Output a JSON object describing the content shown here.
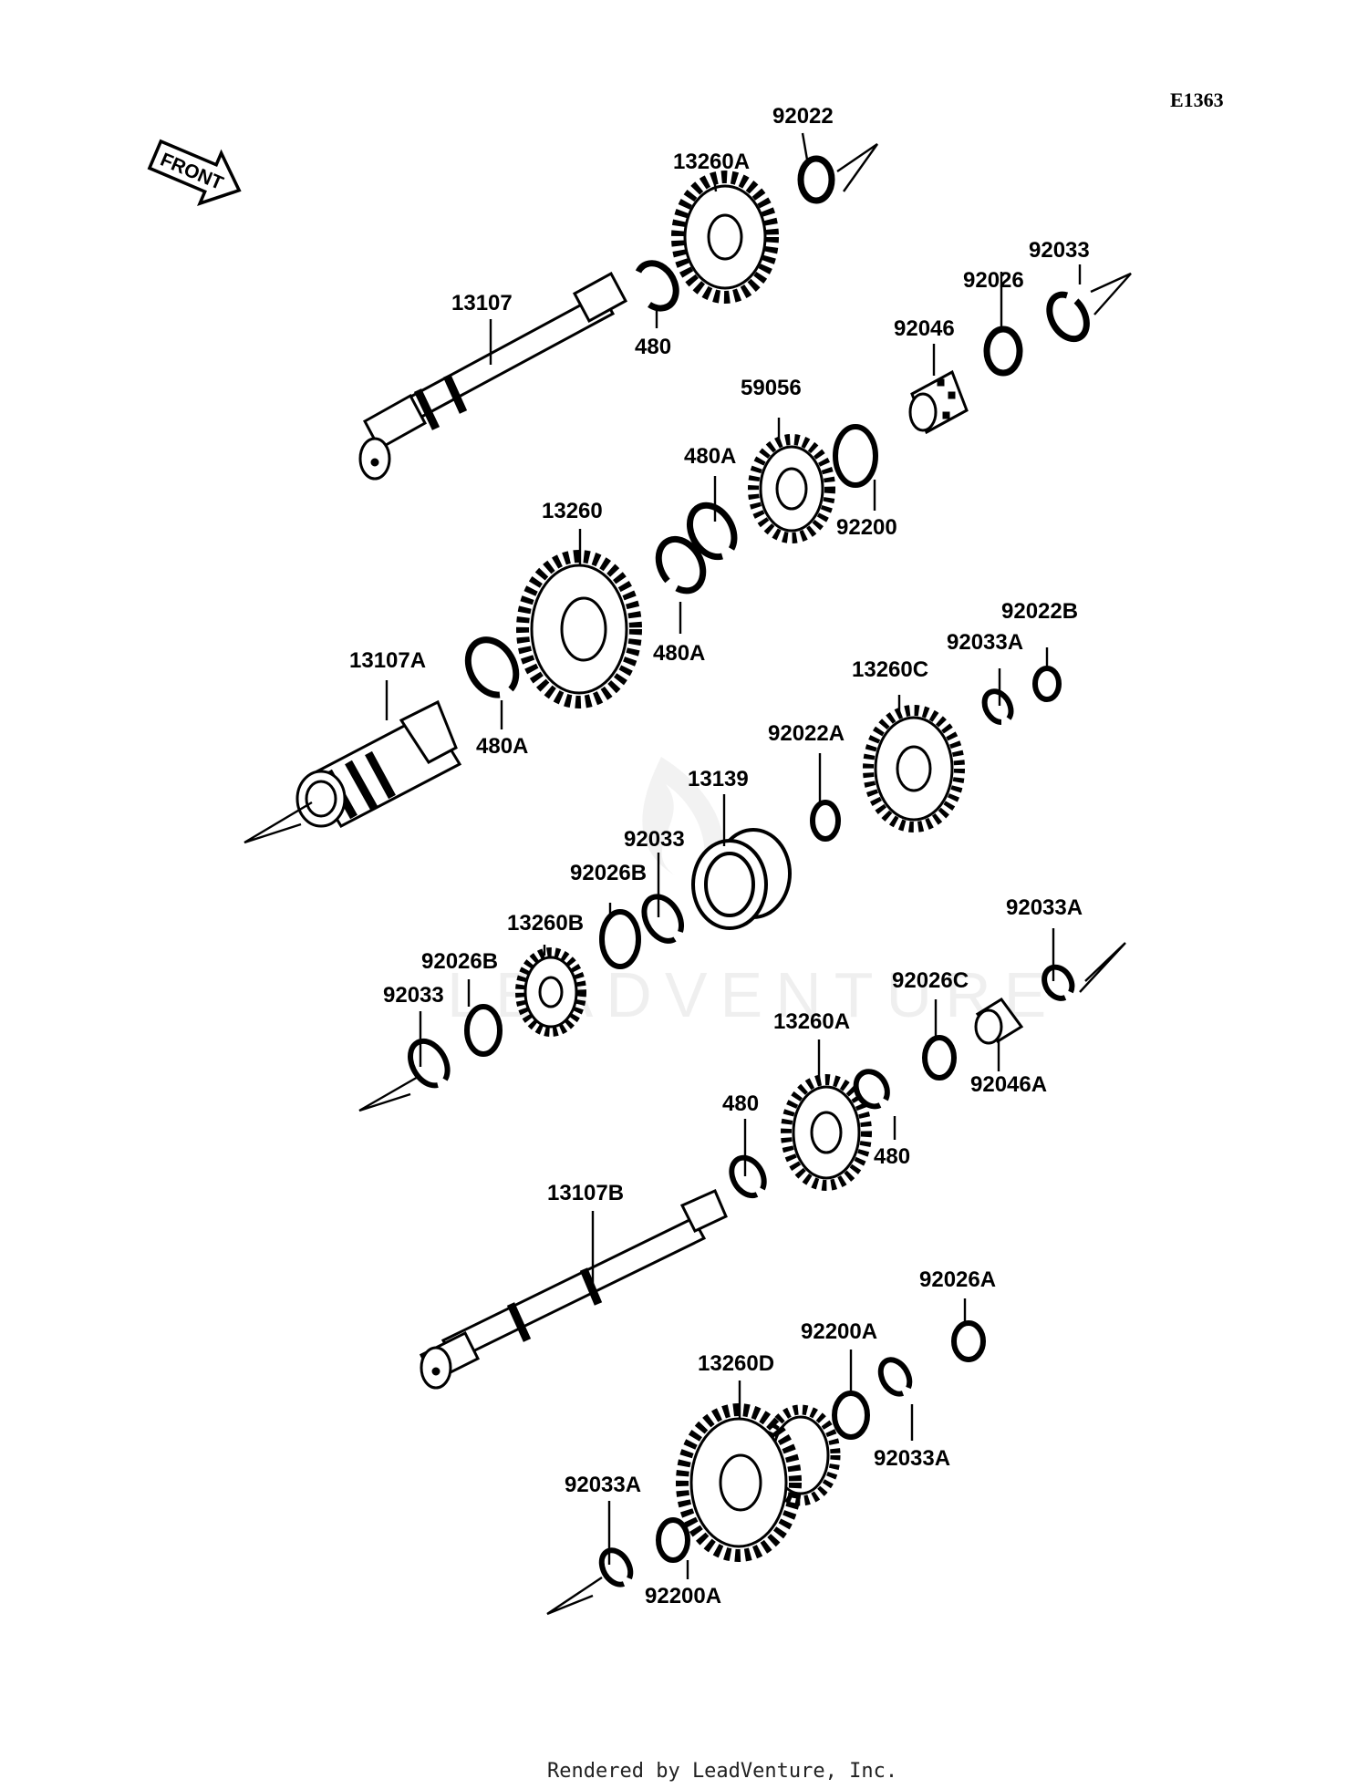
{
  "diagram_code": "E1363",
  "front_arrow_label": "FRONT",
  "watermark": "LEADVENTURE",
  "footer": "Rendered by LeadVenture, Inc.",
  "parts": {
    "p92022": "92022",
    "p13260A_top": "13260A",
    "p13107": "13107",
    "p480_top": "480",
    "p92033_top": "92033",
    "p92026": "92026",
    "p92046": "92046",
    "p59056": "59056",
    "p480A_a": "480A",
    "p92200": "92200",
    "p13260": "13260",
    "p480A_b": "480A",
    "p13107A": "13107A",
    "p480A_c": "480A",
    "p92022B": "92022B",
    "p92033A_a": "92033A",
    "p13260C": "13260C",
    "p92022A": "92022A",
    "p13139": "13139",
    "p92033_mid": "92033",
    "p92026B_a": "92026B",
    "p13260B": "13260B",
    "p92026B_b": "92026B",
    "p92033_low": "92033",
    "p92033A_b": "92033A",
    "p92026C": "92026C",
    "p13260A_low": "13260A",
    "p92046A": "92046A",
    "p480_b": "480",
    "p480_c": "480",
    "p13107B": "13107B",
    "p92026A": "92026A",
    "p92200A_a": "92200A",
    "p13260D": "13260D",
    "p92033A_c": "92033A",
    "p92033A_d": "92033A",
    "p92200A_b": "92200A"
  }
}
